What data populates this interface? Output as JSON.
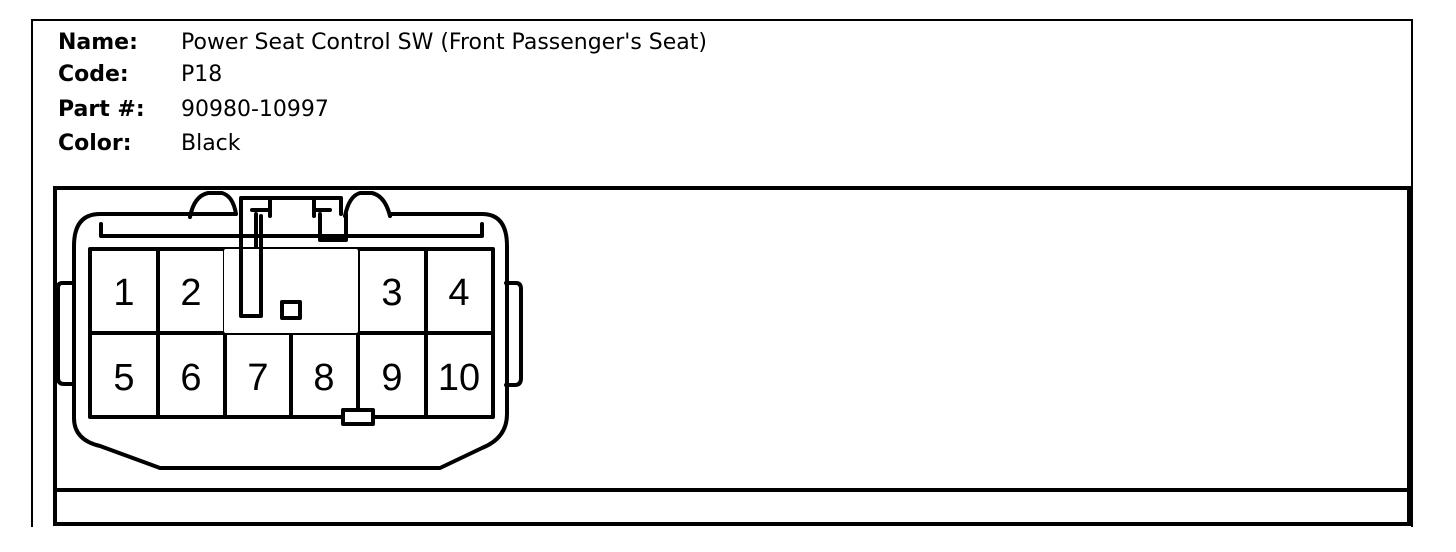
{
  "header": {
    "name_label": "Name:",
    "name_value": "Power Seat Control SW (Front Passenger's Seat)",
    "code_label": "Code:",
    "code_value": "P18",
    "part_label": "Part #:",
    "part_value": "90980-10997",
    "color_label": "Color:",
    "color_value": "Black"
  },
  "connector": {
    "pins": [
      "1",
      "2",
      "3",
      "4",
      "5",
      "6",
      "7",
      "8",
      "9",
      "10"
    ]
  }
}
